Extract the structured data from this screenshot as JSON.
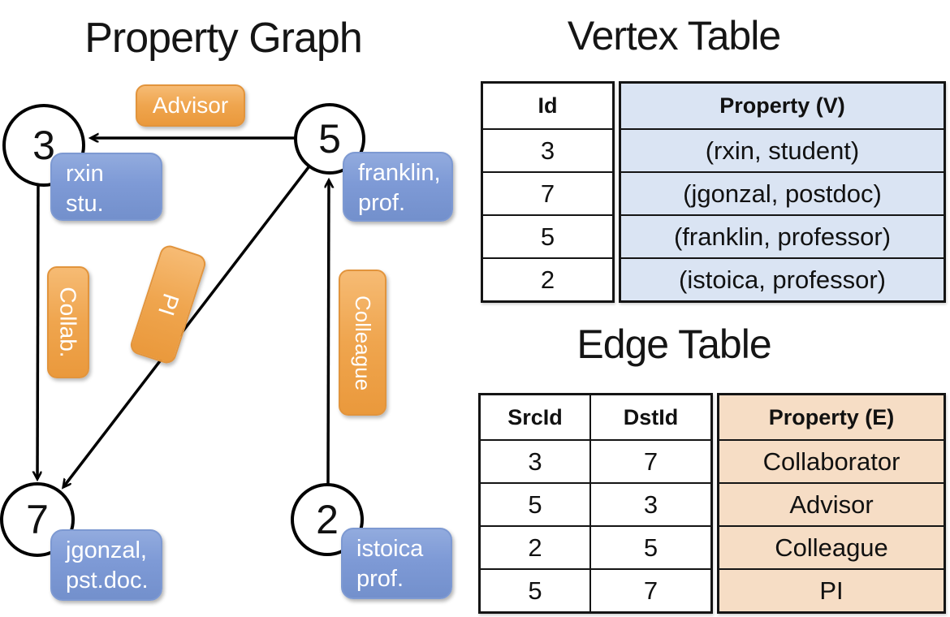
{
  "titles": {
    "graph": "Property Graph",
    "vertex": "Vertex Table",
    "edge": "Edge Table"
  },
  "graph": {
    "nodes": [
      {
        "id": "3",
        "prop1": "rxin",
        "prop2": "stu."
      },
      {
        "id": "5",
        "prop1": "franklin,",
        "prop2": "prof."
      },
      {
        "id": "7",
        "prop1": "jgonzal,",
        "prop2": "pst.doc."
      },
      {
        "id": "2",
        "prop1": "istoica",
        "prop2": "prof."
      }
    ],
    "edge_labels": [
      {
        "text": "Advisor"
      },
      {
        "text": "Collab."
      },
      {
        "text": "PI"
      },
      {
        "text": "Colleague"
      }
    ]
  },
  "vertex_table": {
    "header_id": "Id",
    "header_property": "Property (V)",
    "rows": [
      {
        "id": "3",
        "property": "(rxin, student)"
      },
      {
        "id": "7",
        "property": "(jgonzal, postdoc)"
      },
      {
        "id": "5",
        "property": "(franklin, professor)"
      },
      {
        "id": "2",
        "property": "(istoica, professor)"
      }
    ]
  },
  "edge_table": {
    "header_src": "SrcId",
    "header_dst": "DstId",
    "header_property": "Property (E)",
    "rows": [
      {
        "src": "3",
        "dst": "7",
        "property": "Collaborator"
      },
      {
        "src": "5",
        "dst": "3",
        "property": "Advisor"
      },
      {
        "src": "2",
        "dst": "5",
        "property": "Colleague"
      },
      {
        "src": "5",
        "dst": "7",
        "property": "PI"
      }
    ]
  },
  "colors": {
    "vertex_accent": "#7E9AD6",
    "edge_accent": "#EFA54E",
    "vertex_cell_bg": "#DAE4F3",
    "edge_cell_bg": "#F6DDC5",
    "line": "#000000"
  }
}
